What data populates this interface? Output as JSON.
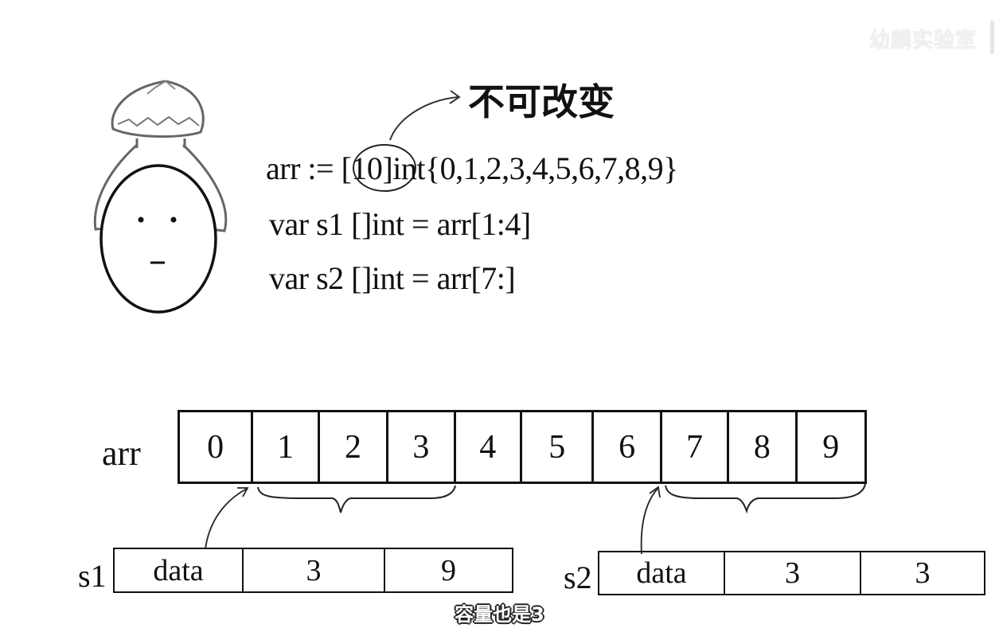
{
  "watermark": "幼麟实验室",
  "note_label": "不可改变",
  "code_lines": [
    "arr := [10]int{0,1,2,3,4,5,6,7,8,9}",
    "var s1 []int = arr[1:4]",
    "var s2 []int = arr[7:]"
  ],
  "array": {
    "label": "arr",
    "cells": [
      "0",
      "1",
      "2",
      "3",
      "4",
      "5",
      "6",
      "7",
      "8",
      "9"
    ]
  },
  "slices": [
    {
      "label": "s1",
      "fields": [
        "data",
        "3",
        "9"
      ]
    },
    {
      "label": "s2",
      "fields": [
        "data",
        "3",
        "3"
      ]
    }
  ],
  "subtitle": "容量也是3"
}
